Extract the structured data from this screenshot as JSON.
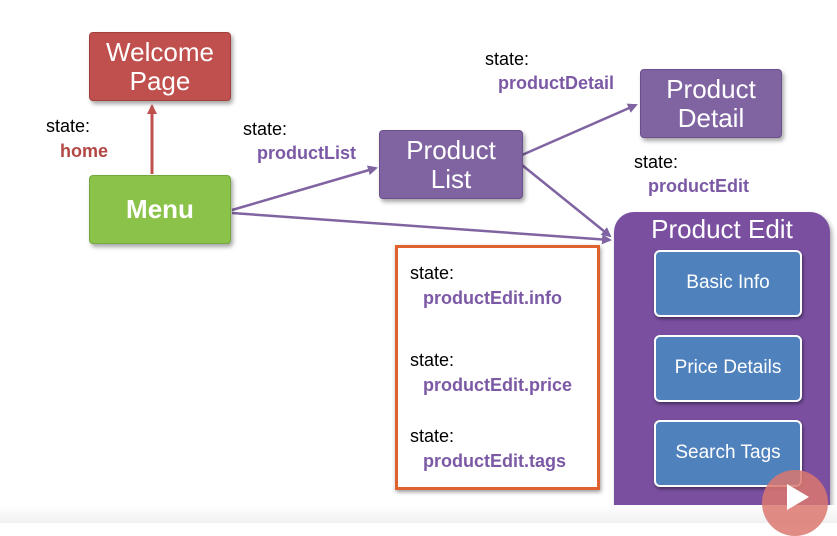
{
  "nodes": {
    "welcome": "Welcome Page",
    "menu": "Menu",
    "product_list": "Product List",
    "product_detail": "Product Detail",
    "product_edit": "Product Edit",
    "basic_info": "Basic Info",
    "price_details": "Price Details",
    "search_tags": "Search Tags"
  },
  "states": {
    "home": {
      "label": "state:",
      "value": "home"
    },
    "product_list": {
      "label": "state:",
      "value": "productList"
    },
    "product_detail": {
      "label": "state:",
      "value": "productDetail"
    },
    "product_edit": {
      "label": "state:",
      "value": "productEdit"
    },
    "nested": [
      {
        "label": "state:",
        "value": "productEdit.info"
      },
      {
        "label": "state:",
        "value": "productEdit.price"
      },
      {
        "label": "state:",
        "value": "productEdit.tags"
      }
    ]
  },
  "colors": {
    "welcome": "#c0504d",
    "menu": "#8bc24a",
    "purple": "#8064a2",
    "edit_panel": "#7a4fa0",
    "child_boxes": "#4f81bd",
    "highlight_border": "#e0622f",
    "arrows": "#8064a2",
    "home_arrow": "#c0504d"
  }
}
